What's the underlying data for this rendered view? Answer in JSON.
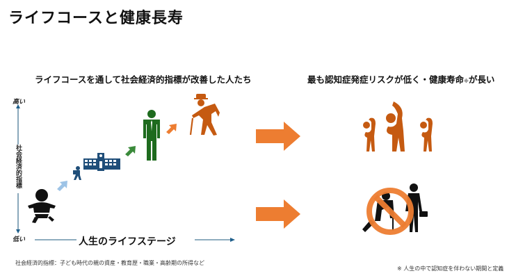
{
  "title": "ライフコースと健康長寿",
  "left_panel": {
    "subtitle": "ライフコースを通して社会経済的指標が改善した人たち",
    "y_axis": {
      "title": "社会経済的指標",
      "high_label": "高い",
      "low_label": "低い",
      "color": "#4a7a96"
    },
    "x_axis": {
      "title": "人生のライフステージ",
      "color": "#4a7a96"
    },
    "stages": [
      {
        "name": "baby",
        "icon": "baby-icon",
        "color": "#111111"
      },
      {
        "name": "student",
        "icon": "student-school-icon",
        "color": "#1f4e79"
      },
      {
        "name": "worker",
        "icon": "businessman-icon",
        "color": "#1e6b1e"
      },
      {
        "name": "elderly",
        "icon": "elderly-with-cane-icon",
        "color": "#c55a11"
      }
    ],
    "step_arrows": [
      {
        "color": "#9dc3e6"
      },
      {
        "color": "#3a8a3a"
      },
      {
        "color": "#ed7d31"
      }
    ]
  },
  "right_panel": {
    "subtitle_main": "最も認知症発症リスクが低く・健康寿命",
    "subtitle_mark": "※",
    "subtitle_end": "が長い",
    "outcomes": [
      {
        "name": "healthy-exercising-people",
        "icon": "exercising-people-icon",
        "color": "#c55a11"
      },
      {
        "name": "dementia-prohibited",
        "icon": "no-dementia-icon",
        "color": "#ed7d31"
      }
    ]
  },
  "transition_arrows": {
    "color": "#ed7d31"
  },
  "footnotes": {
    "left": "社会経済的指標：子ども時代の親の資産・教育歴・職業・高齢期の所得など",
    "right": "※ 人生の中で認知症を伴わない期間と定義"
  }
}
